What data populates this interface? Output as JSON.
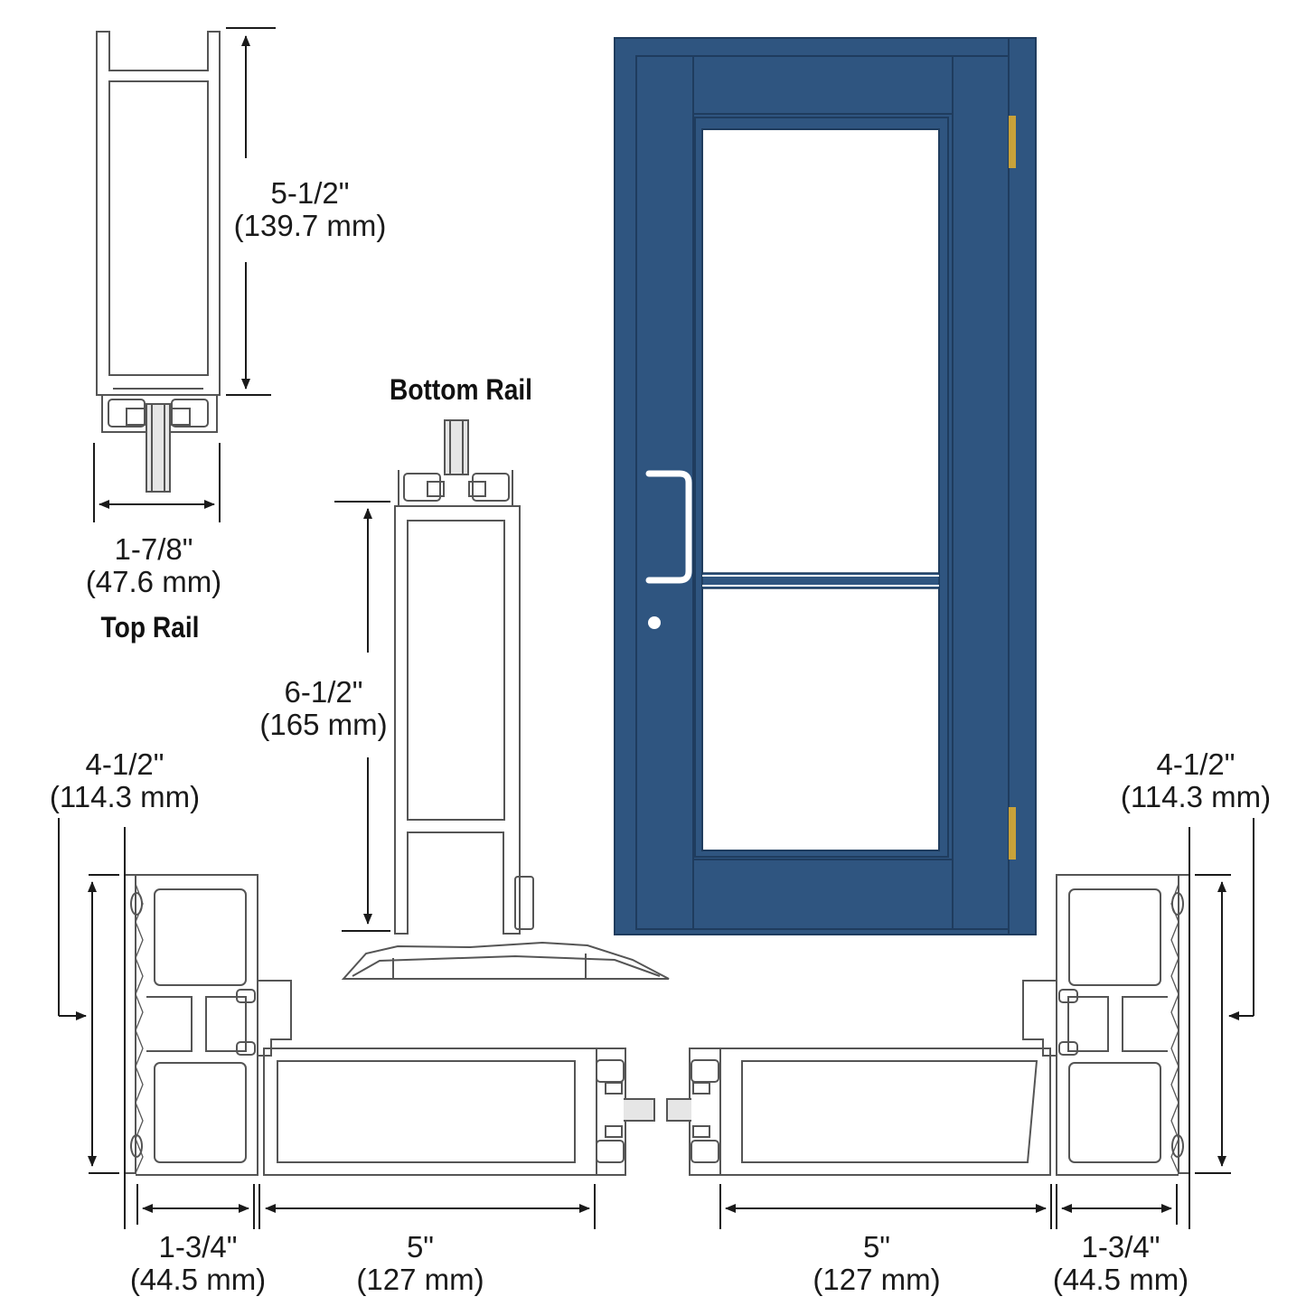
{
  "labels": {
    "top_rail": "Top Rail",
    "bottom_rail": "Bottom Rail"
  },
  "dimensions": {
    "top_rail_height": {
      "in": "5-1/2\"",
      "mm": "(139.7 mm)"
    },
    "top_rail_depth": {
      "in": "1-7/8\"",
      "mm": "(47.6 mm)"
    },
    "bottom_rail_height": {
      "in": "6-1/2\"",
      "mm": "(165 mm)"
    },
    "left_stile_frame": {
      "in": "4-1/2\"",
      "mm": "(114.3 mm)"
    },
    "right_stile_frame": {
      "in": "4-1/2\"",
      "mm": "(114.3 mm)"
    },
    "left_frame_depth": {
      "in": "1-3/4\"",
      "mm": "(44.5 mm)"
    },
    "left_stile_width": {
      "in": "5\"",
      "mm": "(127 mm)"
    },
    "right_stile_width": {
      "in": "5\"",
      "mm": "(127 mm)"
    },
    "right_frame_depth": {
      "in": "1-3/4\"",
      "mm": "(44.5 mm)"
    }
  },
  "colors": {
    "door_blue": "#2f5580",
    "door_edge": "#1f3c5e",
    "hinge": "#c9a23a",
    "glass": "#ffffff",
    "line": "#1a1a1a",
    "profile": "#555555"
  }
}
